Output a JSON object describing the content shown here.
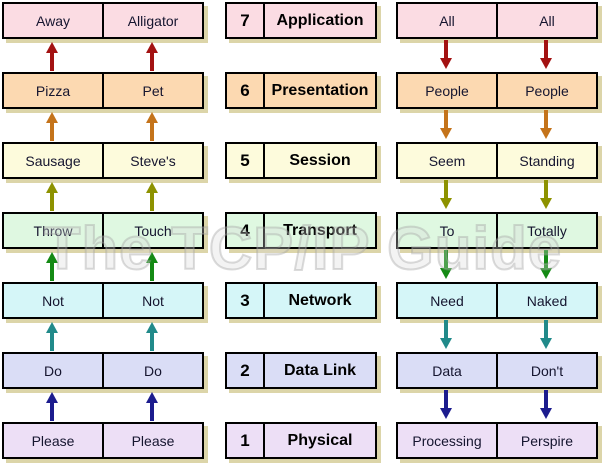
{
  "watermark": "The TCP/IP Guide",
  "colors": {
    "background": "#ffffff",
    "box_border": "#000000",
    "box_shadow": "#dcd5a9",
    "word_text": "#15152f",
    "layer_text": "#000000",
    "watermark_gray": "#c8c8c8"
  },
  "layers": [
    {
      "number": "7",
      "name": "Application",
      "fill": "#fbdce3",
      "left": [
        "Away",
        "Alligator"
      ],
      "right": [
        "All",
        "All"
      ]
    },
    {
      "number": "6",
      "name": "Presentation",
      "fill": "#fcd9b1",
      "left": [
        "Pizza",
        "Pet"
      ],
      "right": [
        "People",
        "People"
      ]
    },
    {
      "number": "5",
      "name": "Session",
      "fill": "#fdfbdc",
      "left": [
        "Sausage",
        "Steve's"
      ],
      "right": [
        "Seem",
        "Standing"
      ]
    },
    {
      "number": "4",
      "name": "Transport",
      "fill": "#dff8e1",
      "left": [
        "Throw",
        "Touch"
      ],
      "right": [
        "To",
        "Totally"
      ]
    },
    {
      "number": "3",
      "name": "Network",
      "fill": "#d5f6f8",
      "left": [
        "Not",
        "Not"
      ],
      "right": [
        "Need",
        "Naked"
      ]
    },
    {
      "number": "2",
      "name": "Data Link",
      "fill": "#daddf6",
      "left": [
        "Do",
        "Do"
      ],
      "right": [
        "Data",
        "Don't"
      ]
    },
    {
      "number": "1",
      "name": "Physical",
      "fill": "#eddff6",
      "left": [
        "Please",
        "Please"
      ],
      "right": [
        "Processing",
        "Perspire"
      ]
    }
  ],
  "arrow_colors": [
    "#a31212",
    "#c4731a",
    "#8d9200",
    "#148a14",
    "#218a8a",
    "#1c1c8e"
  ],
  "layout_note_left_direction": "up",
  "layout_note_right_direction": "down"
}
